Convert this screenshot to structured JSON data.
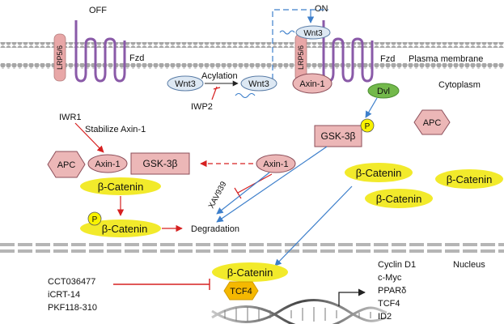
{
  "states": {
    "off": "OFF",
    "on": "ON"
  },
  "regions": {
    "plasma_membrane": "Plasma membrane",
    "cytoplasm": "Cytoplasm",
    "nucleus": "Nucleus"
  },
  "receptors": {
    "lrp_off": "LRP5/6",
    "fzd_off": "Fzd",
    "lrp_on": "LRP5/6",
    "fzd_on": "Fzd"
  },
  "ligand": {
    "wnt3_left": "Wnt3",
    "acylation": "Acylation",
    "wnt3_right": "Wnt3",
    "wnt3_bound": "Wnt3",
    "iwp2": "IWP2"
  },
  "on_complex": {
    "axin1": "Axin-1",
    "dvl": "Dvl",
    "gsk3b": "GSK-3β",
    "p": "P",
    "apc": "APC"
  },
  "off_complex": {
    "iwr1": "IWR1",
    "stabilize": "Stabilize Axin-1",
    "apc": "APC",
    "axin1": "Axin-1",
    "gsk3b": "GSK-3β",
    "beta_catenin": "β-Catenin",
    "p": "P",
    "p_beta_catenin": "β-Catenin",
    "free_axin1": "Axin-1",
    "xav939": "XAV939",
    "degradation": "Degradation"
  },
  "free_catenins": [
    "β-Catenin",
    "β-Catenin",
    "β-Catenin"
  ],
  "nuclear": {
    "beta_catenin": "β-Catenin",
    "tcf4": "TCF4",
    "inhibitors": [
      "CCT036477",
      "iCRT-14",
      "PKF118-310"
    ],
    "targets": [
      "Cyclin D1",
      "c-Myc",
      "PPARδ",
      "TCF4",
      "ID2"
    ]
  },
  "colors": {
    "membrane_bead": "#a6a6a6",
    "receptor_purple": "#8a5aa8",
    "lrp_pink": "#e8a7a7",
    "node_pink": "#ecb7b7",
    "node_border": "#8c4f5a",
    "oval_blue": "#dde8f3",
    "oval_border": "#5a7ca6",
    "catenin_yellow": "#f2ea2b",
    "phospho_yellow": "#f8f200",
    "dvl_green": "#73b94b",
    "tcf4_orange": "#f5b800",
    "red": "#d62020",
    "blue": "#3d7fcb"
  }
}
